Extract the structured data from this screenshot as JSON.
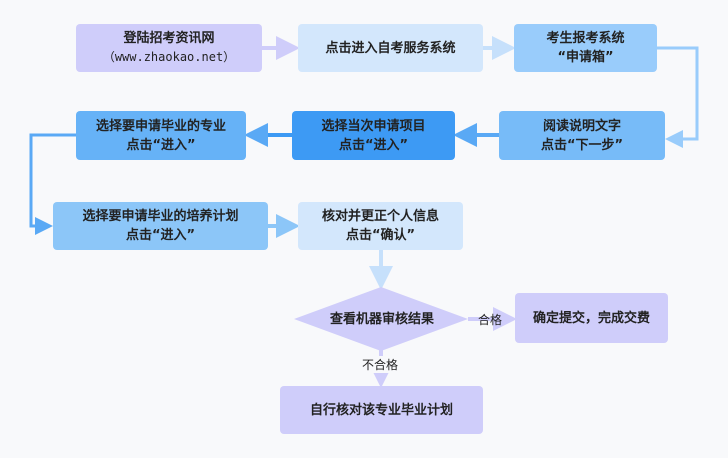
{
  "steps": {
    "login": {
      "line1": "登陆招考资讯网",
      "line2": "（www.zhaokao.net）"
    },
    "enter_system": {
      "line1": "点击进入自考服务系统"
    },
    "mailbox": {
      "line1": "考生报考系统",
      "line2": "“申请箱”"
    },
    "read_instructions": {
      "line1": "阅读说明文字",
      "line2": "点击“下一步”"
    },
    "select_item": {
      "line1": "选择当次申请项目",
      "line2": "点击“进入”"
    },
    "select_major": {
      "line1": "选择要申请毕业的专业",
      "line2": "点击“进入”"
    },
    "select_plan": {
      "line1": "选择要申请毕业的培养计划",
      "line2": "点击“进入”"
    },
    "verify_info": {
      "line1": "核对并更正个人信息",
      "line2": "点击“确认”"
    },
    "review_result": {
      "line1": "查看机器审核结果"
    },
    "submit_pay": {
      "line1": "确定提交，完成交费"
    },
    "self_check": {
      "line1": "自行核对该专业毕业计划"
    }
  },
  "labels": {
    "pass": "合格",
    "fail": "不合格"
  },
  "colors": {
    "lavender": "#cfcdfa",
    "light_blue": "#d3e7fc",
    "mid_blue": "#99ccfb",
    "blue": "#66b2f7",
    "strong_blue": "#3d9af4"
  }
}
